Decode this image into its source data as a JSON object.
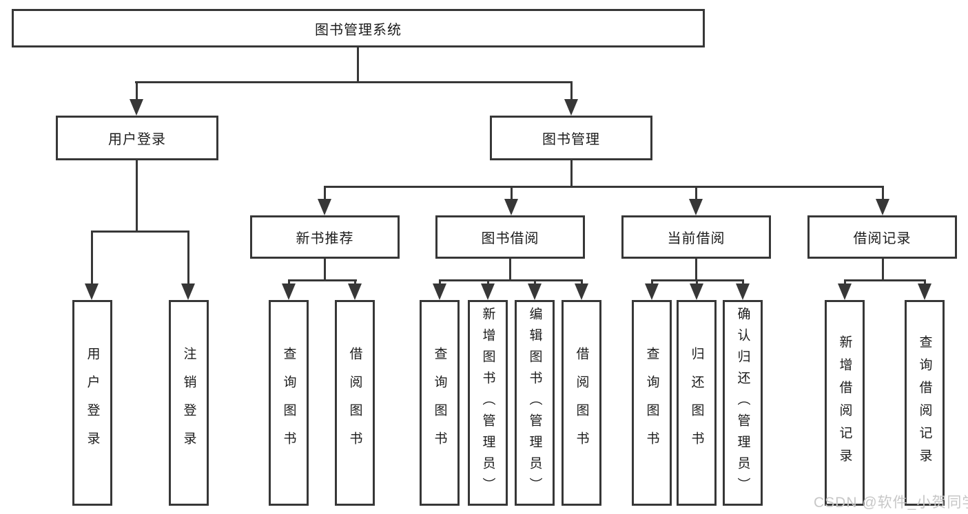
{
  "colors": {
    "line": "#373737",
    "text": "#1c1c1c",
    "watermark": "#c7c7c7",
    "background": "#ffffff"
  },
  "diagram": {
    "type": "hierarchy-tree",
    "root": {
      "label": "图书管理系统"
    },
    "level2": [
      {
        "label": "用户登录"
      },
      {
        "label": "图书管理"
      }
    ],
    "level3": [
      {
        "label": "新书推荐",
        "parent": "图书管理"
      },
      {
        "label": "图书借阅",
        "parent": "图书管理"
      },
      {
        "label": "当前借阅",
        "parent": "图书管理"
      },
      {
        "label": "借阅记录",
        "parent": "图书管理"
      }
    ],
    "leaves": [
      {
        "label": "用户登录",
        "parent": "用户登录"
      },
      {
        "label": "注销登录",
        "parent": "用户登录"
      },
      {
        "label": "查询图书",
        "parent": "新书推荐"
      },
      {
        "label": "借阅图书",
        "parent": "新书推荐"
      },
      {
        "label": "查询图书",
        "parent": "图书借阅"
      },
      {
        "label": "新增图书（管理员）",
        "parent": "图书借阅"
      },
      {
        "label": "编辑图书（管理员）",
        "parent": "图书借阅"
      },
      {
        "label": "借阅图书",
        "parent": "图书借阅"
      },
      {
        "label": "查询图书",
        "parent": "当前借阅"
      },
      {
        "label": "归还图书",
        "parent": "当前借阅"
      },
      {
        "label": "确认归还（管理员）",
        "parent": "当前借阅"
      },
      {
        "label": "新增借阅记录",
        "parent": "借阅记录"
      },
      {
        "label": "查询借阅记录",
        "parent": "借阅记录"
      }
    ]
  },
  "watermark": {
    "text": "CSDN @软件_小贺同学"
  }
}
